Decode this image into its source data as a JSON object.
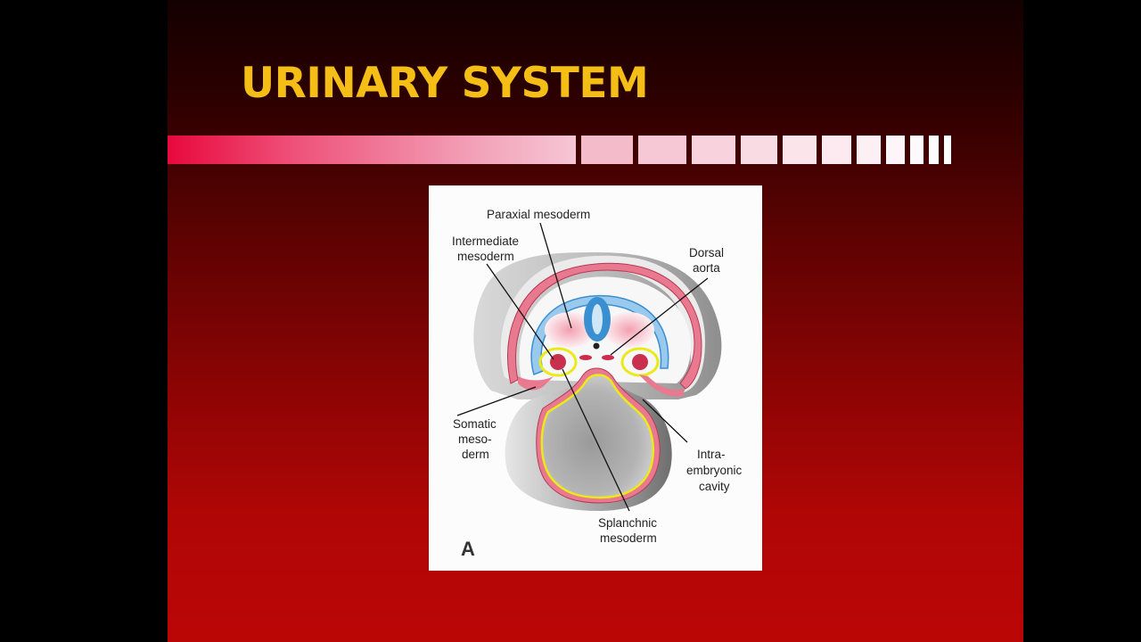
{
  "slide": {
    "title": "URINARY SYSTEM",
    "accent_color": "#f4be17",
    "background_color": "#b00606"
  },
  "figure": {
    "panel_letter": "A",
    "labels": {
      "paraxial": "Paraxial mesoderm",
      "intermediate_1": "Intermediate",
      "intermediate_2": "mesoderm",
      "dorsal_1": "Dorsal",
      "dorsal_2": "aorta",
      "somatic_1": "Somatic",
      "somatic_2": "meso-",
      "somatic_3": "derm",
      "intra_1": "Intra-",
      "intra_2": "embryonic",
      "intra_3": "cavity",
      "splanchnic_1": "Splanchnic",
      "splanchnic_2": "mesoderm"
    },
    "highlight_color": "#eaea1a",
    "mesoderm_color": "#e8798f",
    "neural_color": "#3a8fd0"
  }
}
